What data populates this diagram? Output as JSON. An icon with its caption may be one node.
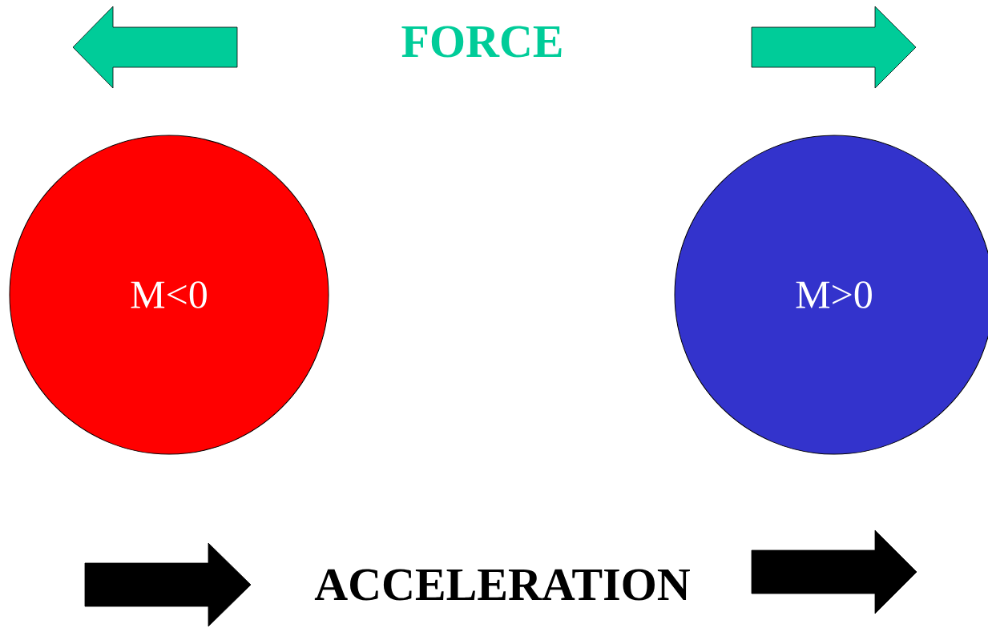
{
  "diagram": {
    "nodes": [
      {
        "text": [
          "M<0"
        ]
      },
      {
        "text": [
          "M>0"
        ]
      }
    ],
    "labels": [
      "FORCE",
      "ACCELERATION"
    ]
  }
}
